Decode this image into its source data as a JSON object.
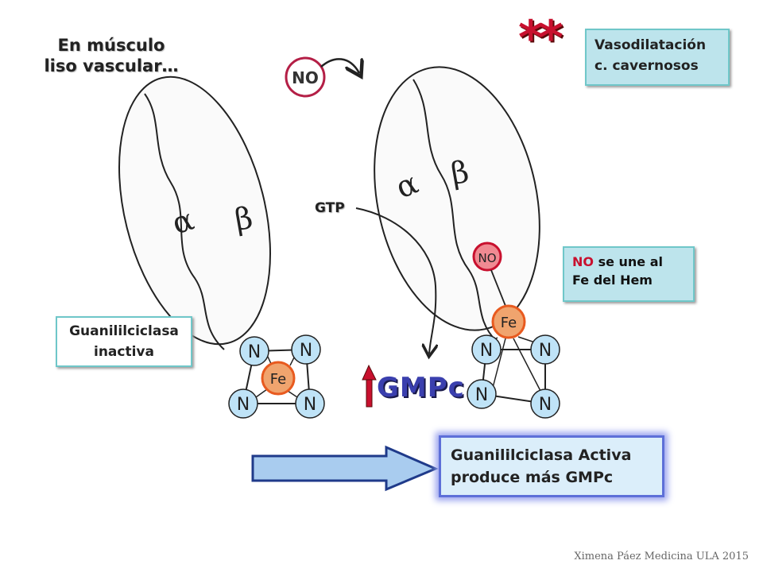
{
  "title": {
    "line1": "En músculo",
    "line2": "liso vascular…"
  },
  "no_label": "NO",
  "gtp_label": "GTP",
  "gmpc_label": "GMPc",
  "stars": "**",
  "vasodilation": {
    "line1": "Vasodilatación",
    "line2": "c. cavernosos"
  },
  "no_binding": {
    "no_word": "NO",
    "line1_rest": " se une al",
    "line2": "Fe del Hem"
  },
  "inactive_box": {
    "line1": "Guanililciclasa",
    "line2": "inactiva"
  },
  "active_box": {
    "line1": "Guanililciclasa Activa",
    "line2": "produce más GMPc"
  },
  "enzyme": {
    "alpha": "α",
    "beta": "β",
    "nitrogen": "N",
    "iron": "Fe",
    "bound_no": "NO"
  },
  "credit": "Ximena Páez Medicina ULA 2015",
  "colors": {
    "accent_red": "#c8102e",
    "box_teal": "#bde4ec",
    "box_border": "#6fc7c9",
    "arrow_blue": "#a9ccef",
    "gmpc_blue": "#3a3fae",
    "iron_orange": "#e8834a",
    "nitrogen_blue": "#bfe3f7"
  }
}
